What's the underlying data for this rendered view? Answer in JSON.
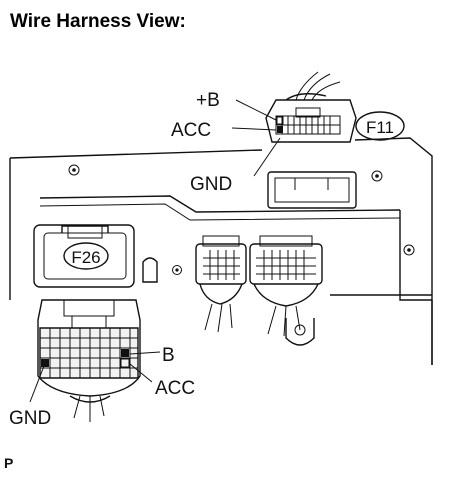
{
  "title": "Wire Harness View:",
  "connectors": {
    "f11": {
      "id": "F11",
      "pins": {
        "plus_b": "+B",
        "acc": "ACC",
        "gnd": "GND"
      }
    },
    "f26": {
      "id": "F26",
      "pins": {
        "b": "B",
        "acc": "ACC",
        "gnd": "GND"
      }
    }
  },
  "corner_mark": "P"
}
